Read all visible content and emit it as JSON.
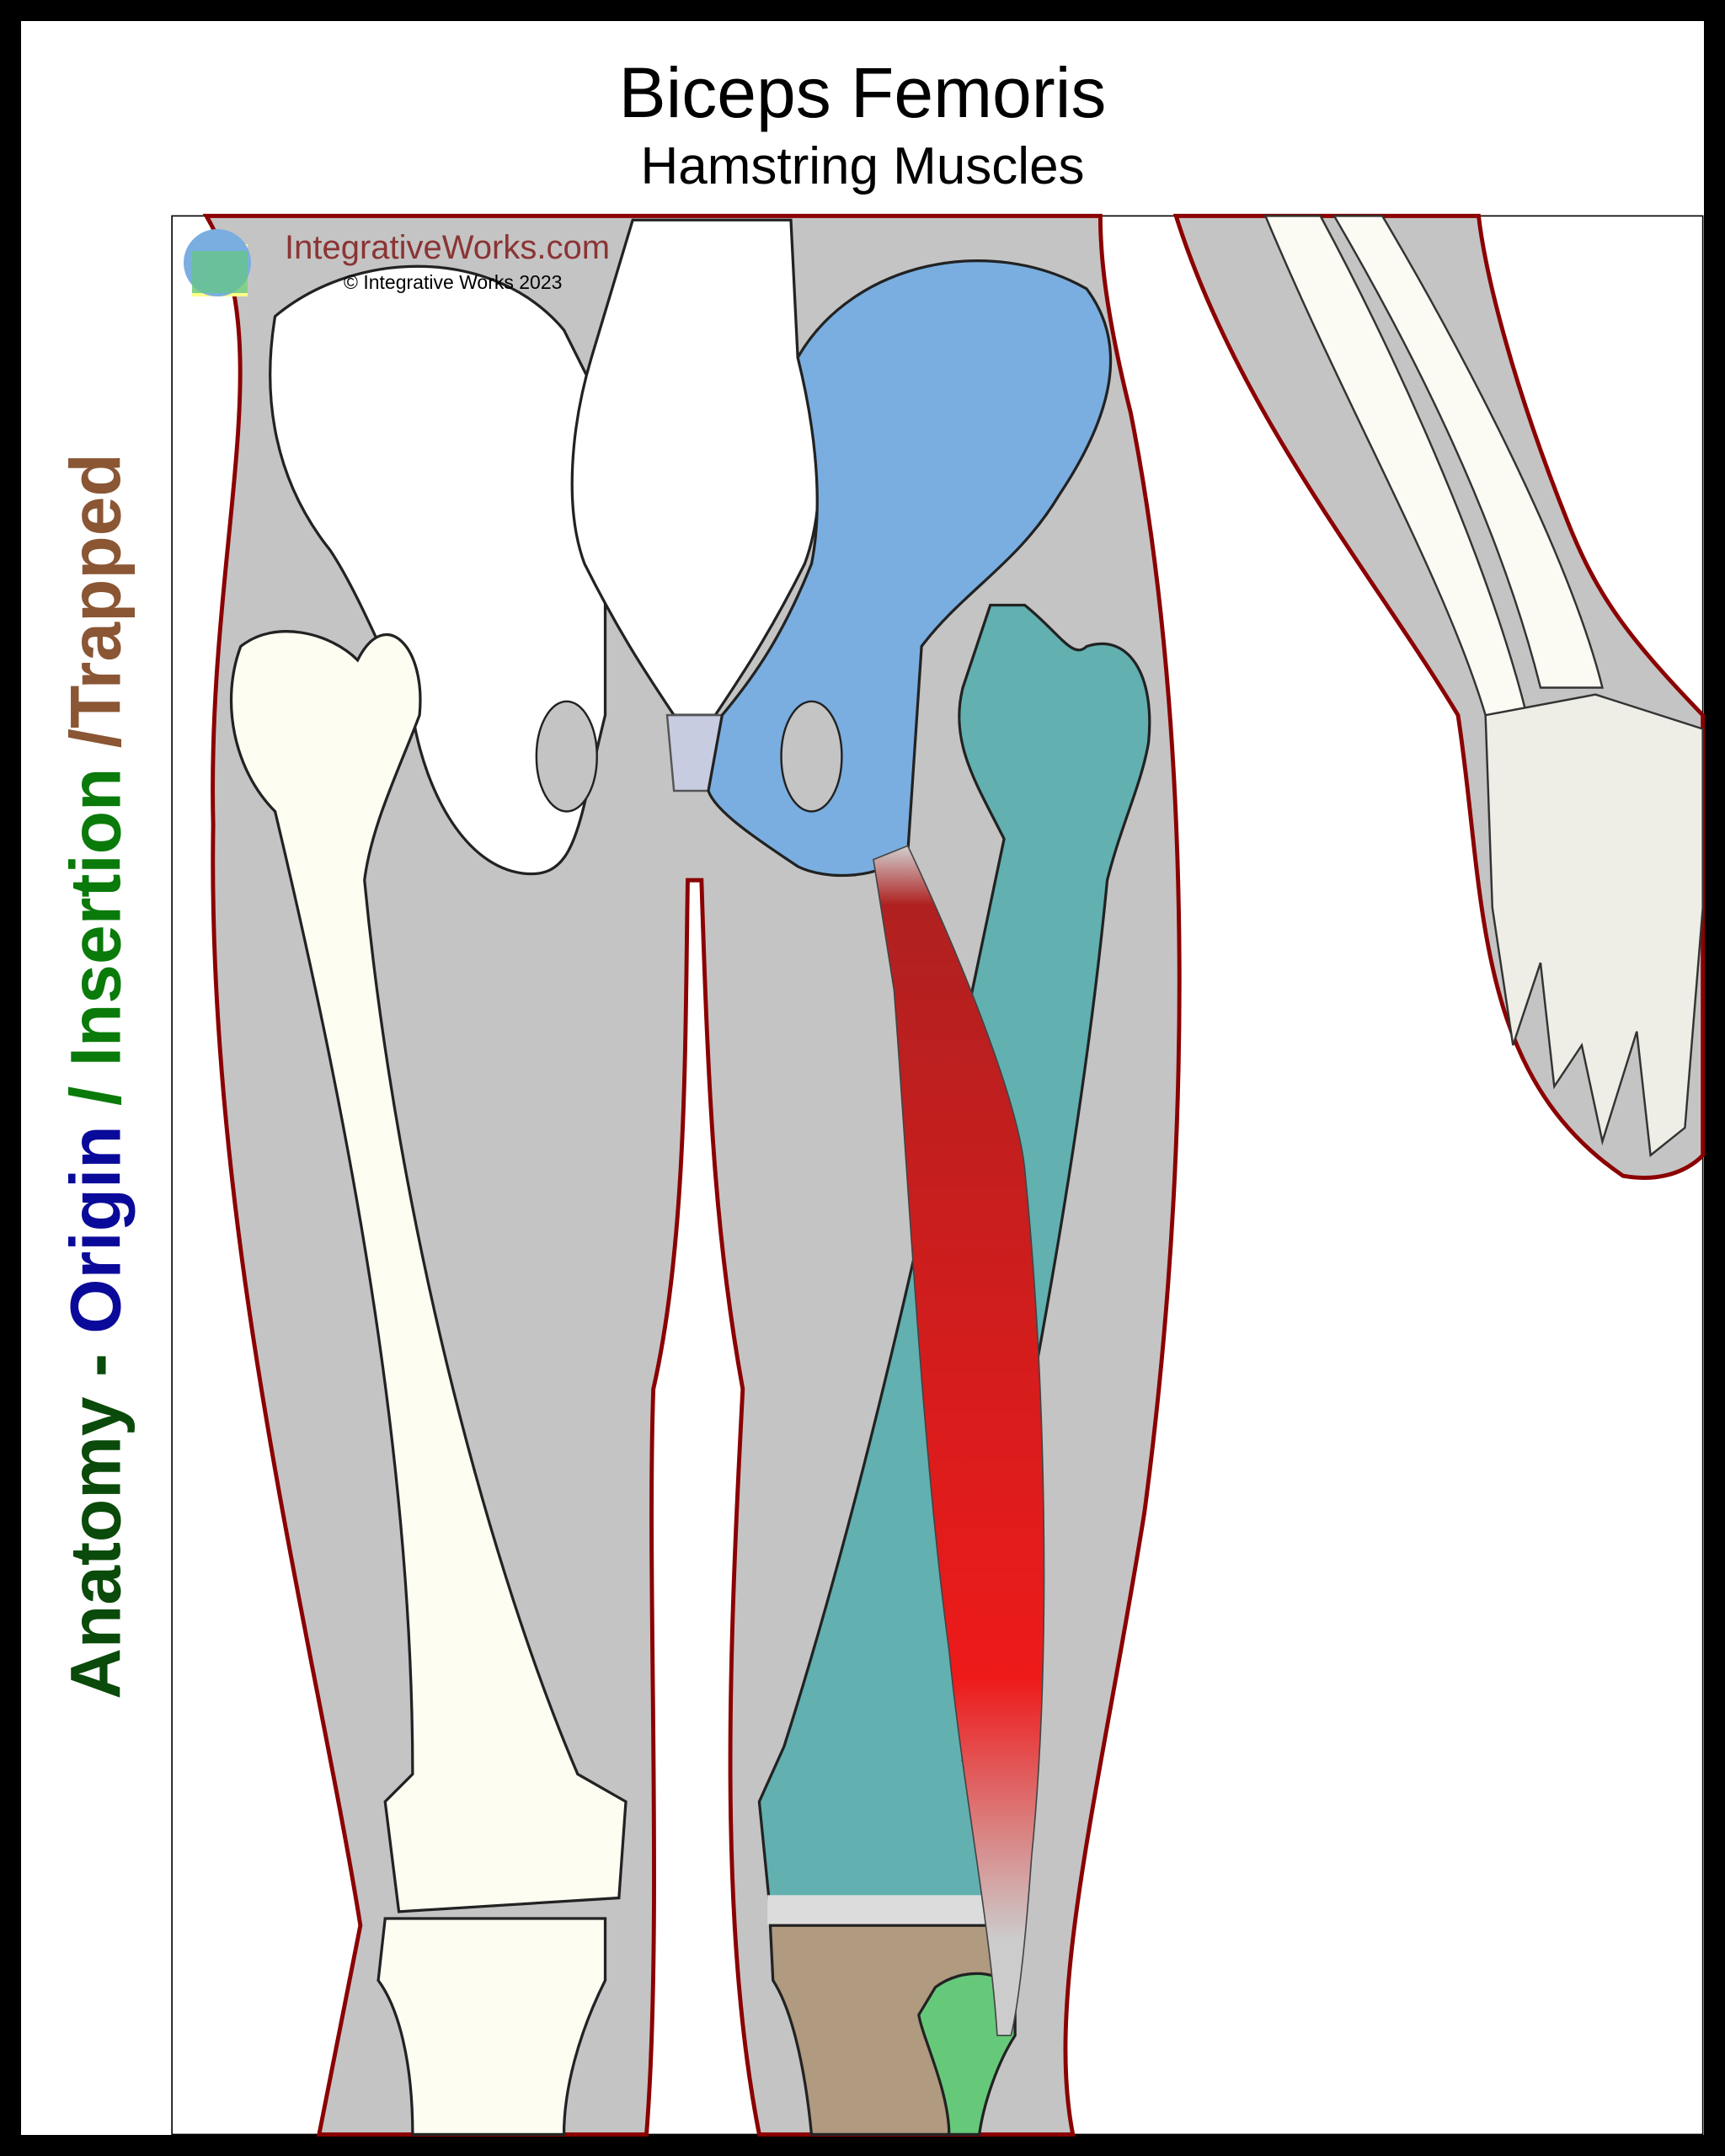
{
  "header": {
    "title": "Biceps Femoris",
    "subtitle": "Hamstring Muscles"
  },
  "side_label": {
    "part1": "Anatomy - ",
    "part2": "Origin",
    "part3": " / Insertion ",
    "part4": "/Trapped"
  },
  "watermark": {
    "site": "IntegrativeWorks.com",
    "copyright": "© Integrative Works 2023",
    "logo_text": "IntegrativeWorks.com"
  },
  "colors": {
    "origin": "#7aaee0",
    "insertion_femur": "#62b0b0",
    "muscle": "#d42020",
    "tibia": "#b09a80",
    "fibula": "#66c97a",
    "body": "#c4c4c4",
    "outline": "#8b0000",
    "label_anatomy": "#0a4a0a",
    "label_origin": "#0a0a9a",
    "label_insertion": "#0a7a0a",
    "label_trapped": "#8a5634"
  }
}
